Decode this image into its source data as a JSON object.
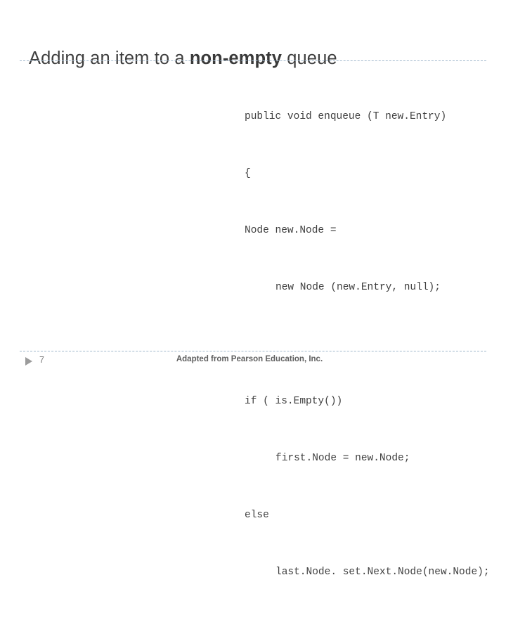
{
  "slide": {
    "title": {
      "prefix": "Adding an item to a ",
      "emphasis": "non-empty",
      "suffix": " queue"
    },
    "code_lines": [
      {
        "text": "public void enqueue (T new.Entry)",
        "indent": 0,
        "blank": false
      },
      {
        "text": "{",
        "indent": 0,
        "blank": false
      },
      {
        "text": "Node new.Node =",
        "indent": 0,
        "blank": false
      },
      {
        "text": "new Node (new.Entry, null);",
        "indent": 1,
        "blank": false
      },
      {
        "text": "",
        "indent": 0,
        "blank": true
      },
      {
        "text": "if ( is.Empty())",
        "indent": 0,
        "blank": false
      },
      {
        "text": "first.Node = new.Node;",
        "indent": 1,
        "blank": false
      },
      {
        "text": "else",
        "indent": 0,
        "blank": false
      },
      {
        "text": "last.Node. set.Next.Node(new.Node);",
        "indent": 1,
        "blank": false
      }
    ],
    "footer": {
      "page_number": "7",
      "credit": "Adapted from Pearson Education, Inc."
    },
    "colors": {
      "rule": "#9fb7cc",
      "text": "#3f3f3f",
      "arrow": "#9b9b9b"
    }
  }
}
